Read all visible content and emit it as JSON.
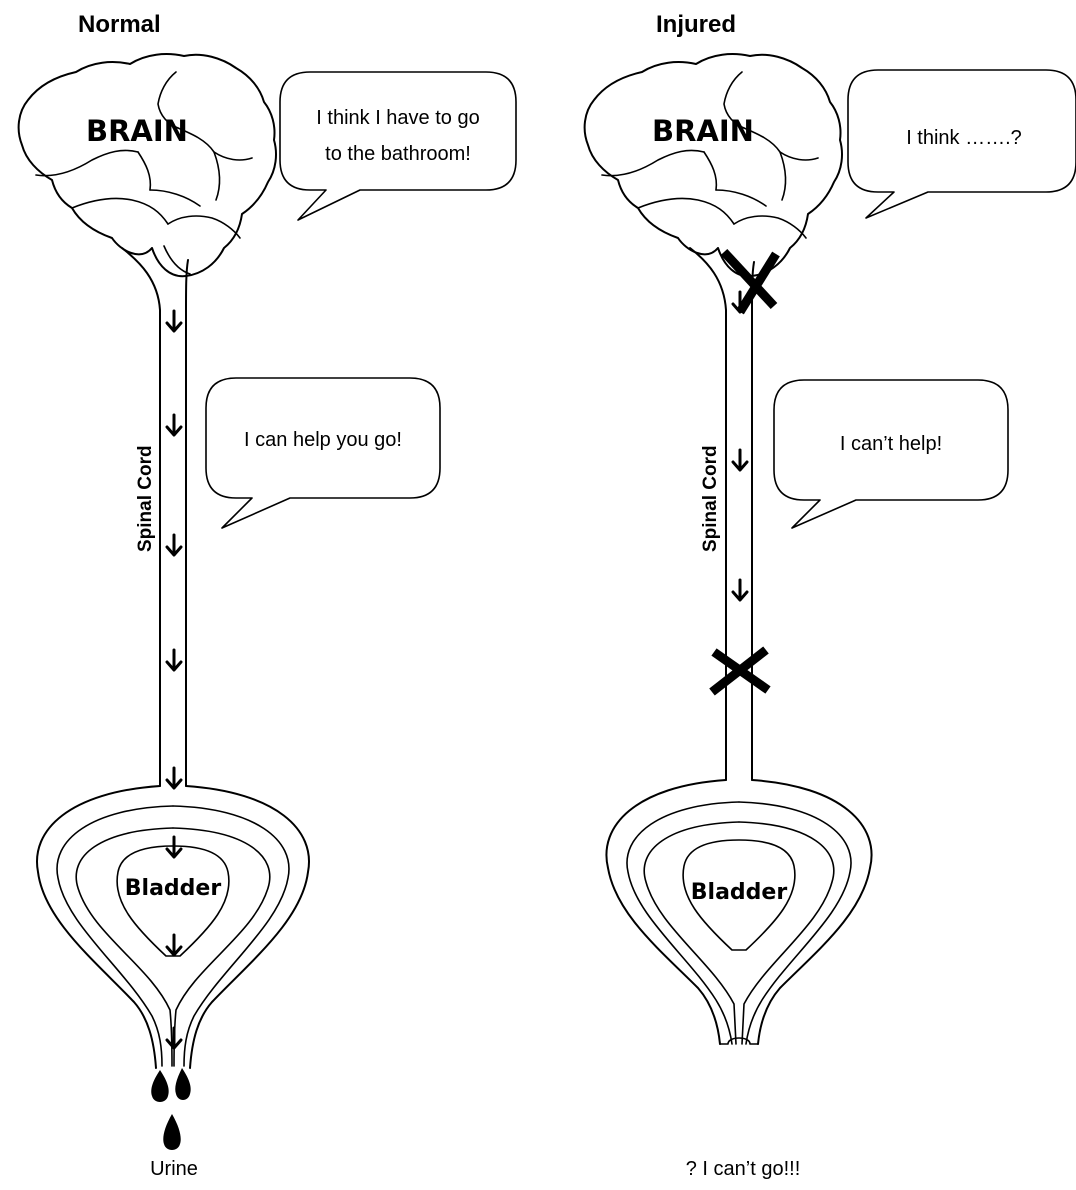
{
  "normal": {
    "heading": "Normal",
    "brain_label": "BRAIN",
    "brain_bubble": [
      "I think I have to go",
      "to the bathroom!"
    ],
    "cord_label": "Spinal Cord",
    "cord_bubble": "I can help you go!",
    "bladder_label": "Bladder",
    "caption": "Urine"
  },
  "injured": {
    "heading": "Injured",
    "brain_label": "BRAIN",
    "brain_bubble": "I think …….?",
    "cord_label": "Spinal Cord",
    "cord_bubble": "I can’t help!",
    "bladder_label": "Bladder",
    "caption": "? I can’t go!!!"
  },
  "icons": {
    "arrow": "down-arrow-icon",
    "block": "x-block-icon",
    "drop": "urine-drop-icon"
  },
  "colors": {
    "ink": "#000000",
    "background": "#ffffff"
  }
}
